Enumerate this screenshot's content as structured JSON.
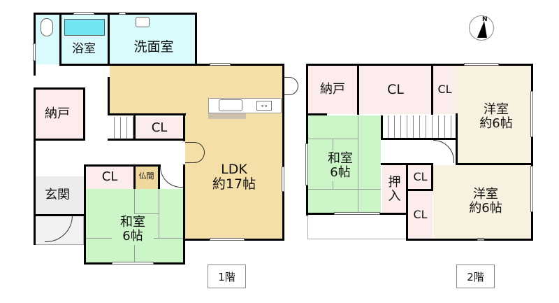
{
  "compass": {
    "label": "N"
  },
  "floor1": {
    "label": "1階",
    "rooms": {
      "toilet": {
        "label": ""
      },
      "bath": {
        "label": "浴室"
      },
      "washroom": {
        "label": "洗面室"
      },
      "storage": {
        "label": "納戸"
      },
      "closet_hall": {
        "label": "CL"
      },
      "ldk": {
        "label": "LDK\n約17帖"
      },
      "closet_washitsu": {
        "label": "CL"
      },
      "butsuma": {
        "label": "仏間"
      },
      "entrance": {
        "label": "玄関"
      },
      "washitsu": {
        "label": "和室\n6帖"
      }
    }
  },
  "floor2": {
    "label": "2階",
    "rooms": {
      "storage": {
        "label": "納戸"
      },
      "closet_top": {
        "label": "CL"
      },
      "closet_small": {
        "label": "CL"
      },
      "western1": {
        "label": "洋室\n約6帖"
      },
      "washitsu": {
        "label": "和室\n6帖"
      },
      "oshiire": {
        "label": "押\n入"
      },
      "closet_mid": {
        "label": "CL"
      },
      "closet_low": {
        "label": "CL"
      },
      "western2": {
        "label": "洋室\n約6帖"
      }
    }
  },
  "colors": {
    "wet_area": "#d9fbfd",
    "ldk": "#f5dfa8",
    "closet": "#fcecec",
    "washitsu": "#ccf5c8",
    "western": "#f8f1df",
    "butsuma": "#efd79e",
    "entrance": "#ececec",
    "wall": "#000000"
  }
}
